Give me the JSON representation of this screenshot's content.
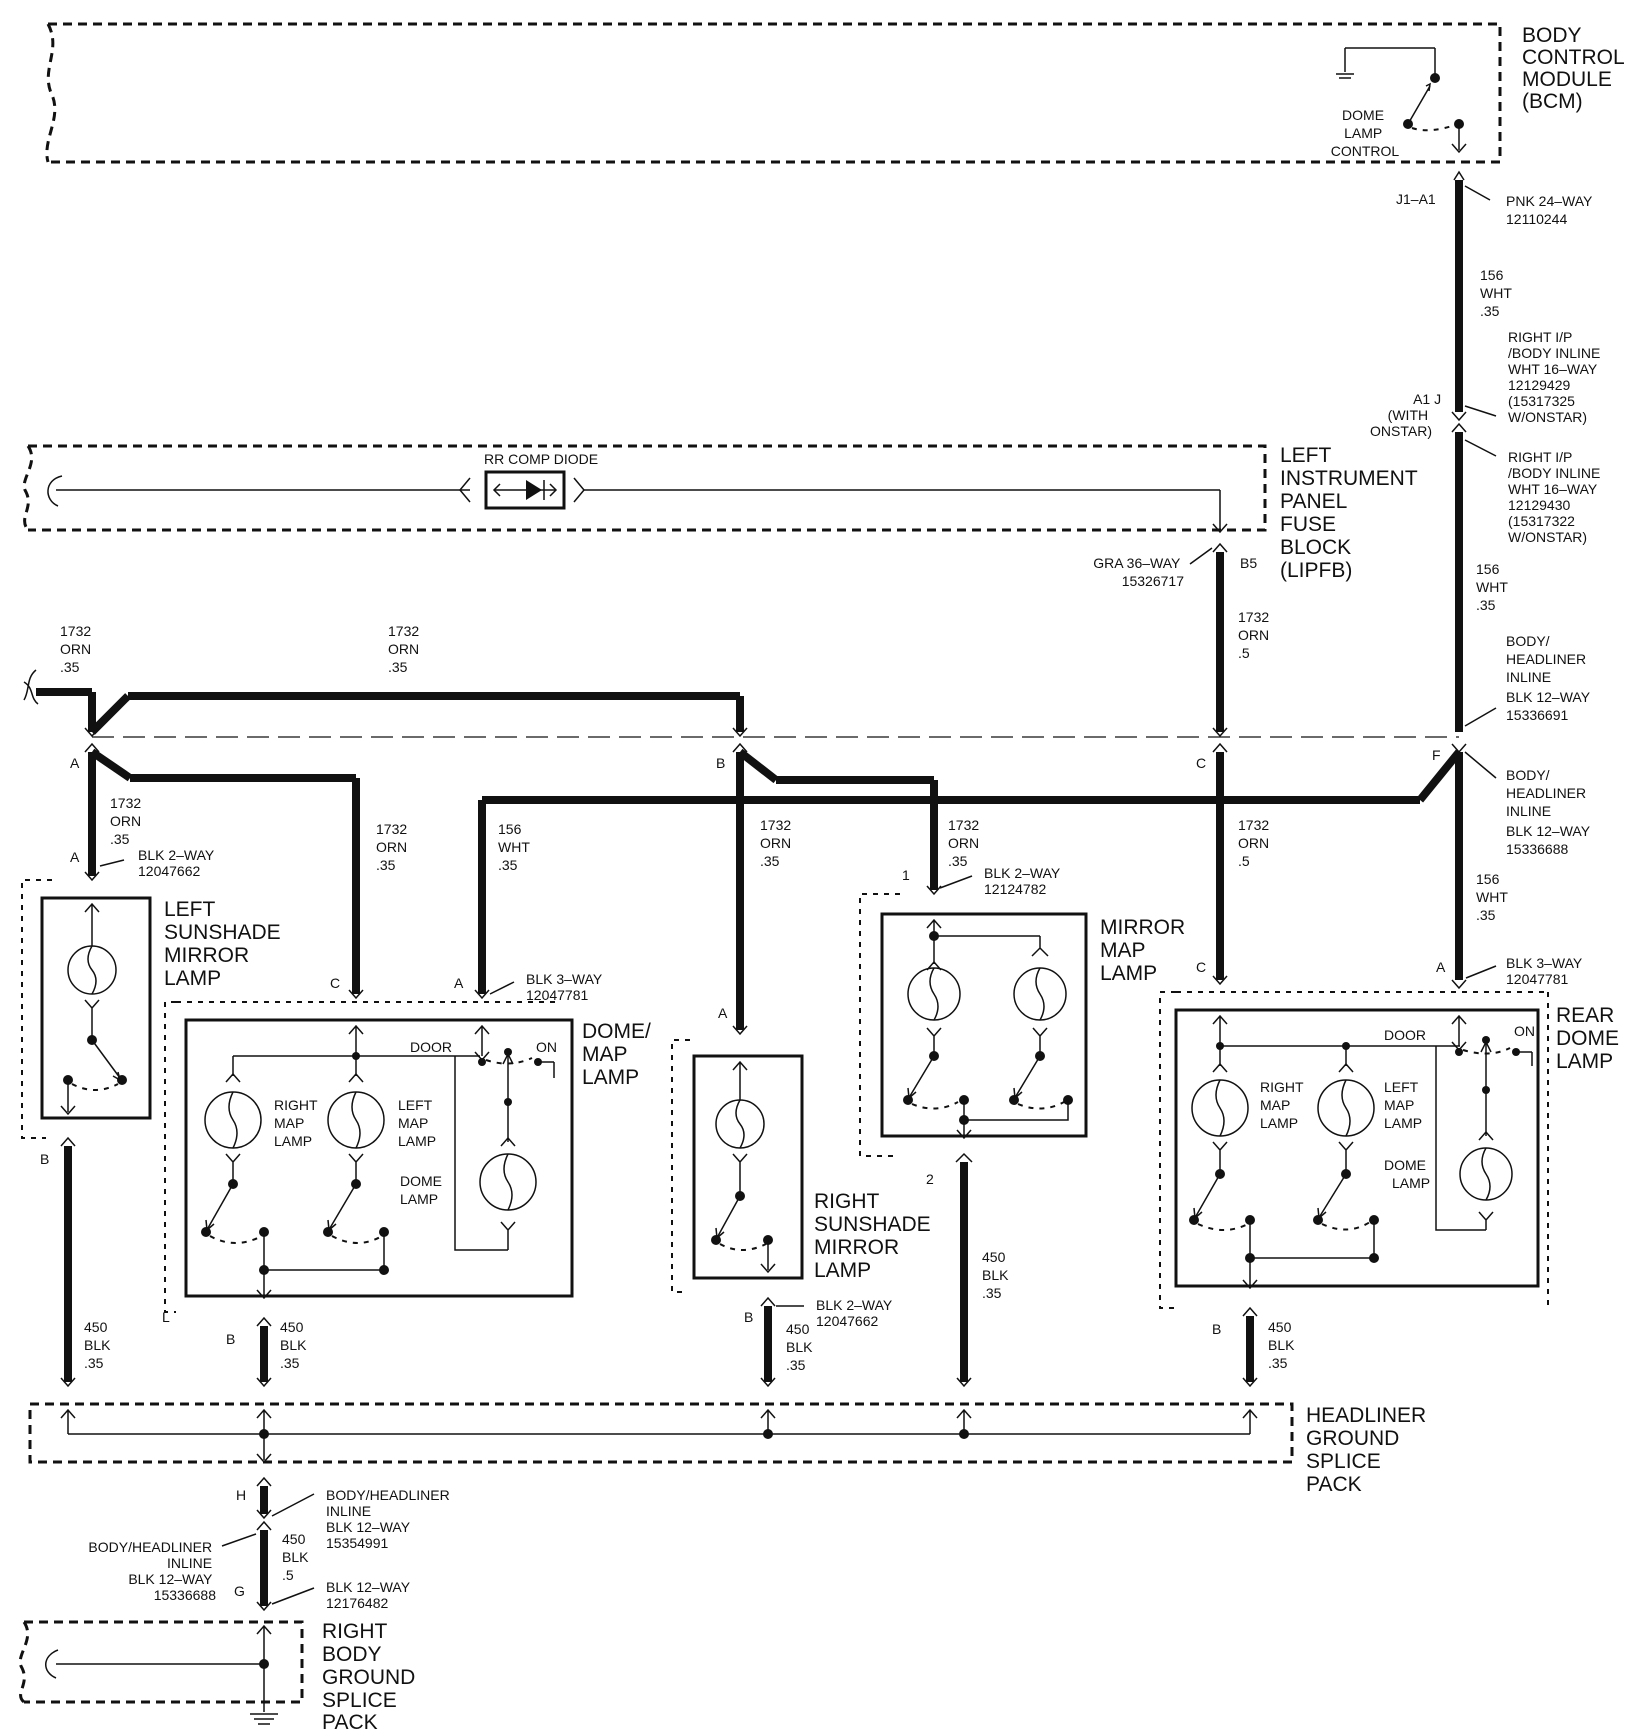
{
  "modules": {
    "bcm": {
      "lines": [
        "BODY",
        "CONTROL",
        "MODULE",
        "(BCM)"
      ],
      "switch_lines": [
        "DOME",
        "LAMP",
        "CONTROL"
      ]
    },
    "lipfb": {
      "lines": [
        "LEFT",
        "INSTRUMENT",
        "PANEL",
        "FUSE",
        "BLOCK",
        "(LIPFB)"
      ],
      "diode_label": "RR COMP DIODE"
    },
    "headliner_splice": {
      "lines": [
        "HEADLINER",
        "GROUND",
        "SPLICE",
        "PACK"
      ]
    },
    "right_body_splice": {
      "lines": [
        "RIGHT",
        "BODY",
        "GROUND",
        "SPLICE",
        "PACK"
      ]
    }
  },
  "lamps": {
    "left_sunshade": {
      "lines": [
        "LEFT",
        "SUNSHADE",
        "MIRROR",
        "LAMP"
      ]
    },
    "dome_map": {
      "lines": [
        "DOME/",
        "MAP",
        "LAMP"
      ],
      "right_map": [
        "RIGHT",
        "MAP",
        "LAMP"
      ],
      "left_map": [
        "LEFT",
        "MAP",
        "LAMP"
      ],
      "dome": [
        "DOME",
        "LAMP"
      ],
      "door": "DOOR",
      "on": "ON"
    },
    "right_sunshade": {
      "lines": [
        "RIGHT",
        "SUNSHADE",
        "MIRROR",
        "LAMP"
      ]
    },
    "mirror_map": {
      "lines": [
        "MIRROR",
        "MAP",
        "LAMP"
      ]
    },
    "rear_dome": {
      "lines": [
        "REAR",
        "DOME",
        "LAMP"
      ],
      "right_map": [
        "RIGHT",
        "MAP",
        "LAMP"
      ],
      "left_map": [
        "LEFT",
        "MAP",
        "LAMP"
      ],
      "dome": [
        "DOME",
        "LAMP"
      ],
      "door": "DOOR",
      "on": "ON"
    }
  },
  "connectors": {
    "bcm_j1": {
      "pin": "J1–A1",
      "lines": [
        "PNK 24–WAY",
        "12110244"
      ]
    },
    "ip_inline_upper": {
      "lines": [
        "RIGHT I/P",
        "/BODY INLINE",
        "WHT 16–WAY",
        "12129429",
        "(15317325",
        "W/ONSTAR)"
      ]
    },
    "ip_inline_pin": {
      "lines": [
        "A1  J",
        "(WITH",
        "ONSTAR)"
      ]
    },
    "ip_inline_lower": {
      "lines": [
        "RIGHT I/P",
        "/BODY INLINE",
        "WHT 16–WAY",
        "12129430",
        "(15317322",
        "W/ONSTAR)"
      ]
    },
    "lipfb_gra": {
      "lines": [
        "GRA 36–WAY",
        "15326717"
      ],
      "pin": "B5"
    },
    "headliner_inline_upper": {
      "lines": [
        "BODY/",
        "HEADLINER",
        "INLINE",
        "BLK 12–WAY",
        "15336691"
      ]
    },
    "headliner_inline_lower": {
      "lines": [
        "BODY/",
        "HEADLINER",
        "INLINE",
        "BLK 12–WAY",
        "15336688"
      ]
    },
    "left_sunshade_conn": {
      "lines": [
        "BLK 2–WAY",
        "12047662"
      ]
    },
    "dome_map_conn": {
      "lines": [
        "BLK 3–WAY",
        "12047781"
      ]
    },
    "mirror_map_conn": {
      "lines": [
        "BLK 2–WAY",
        "12124782"
      ]
    },
    "right_sunshade_conn": {
      "lines": [
        "BLK 2–WAY",
        "12047662"
      ]
    },
    "rear_dome_conn": {
      "lines": [
        "BLK 3–WAY",
        "12047781"
      ]
    },
    "ground_inline_upper": {
      "lines": [
        "BODY/HEADLINER",
        "INLINE",
        "BLK 12–WAY",
        "15354991"
      ]
    },
    "ground_inline_lower": {
      "lines": [
        "BODY/HEADLINER",
        "INLINE",
        "BLK 12–WAY",
        "15336688"
      ]
    },
    "ground_blk12": {
      "lines": [
        "BLK 12–WAY",
        "12176482"
      ]
    }
  },
  "wires": {
    "w156_upper": [
      "156",
      "WHT",
      ".35"
    ],
    "w156_mid": [
      "156",
      "WHT",
      ".35"
    ],
    "w156_lower": [
      "156",
      "WHT",
      ".35"
    ],
    "w156_dome": [
      "156",
      "WHT",
      ".35"
    ],
    "w1732_left_top": [
      "1732",
      "ORN",
      ".35"
    ],
    "w1732_top": [
      "1732",
      "ORN",
      ".35"
    ],
    "w1732_lipfb": [
      "1732",
      "ORN",
      ".5"
    ],
    "w1732_left": [
      "1732",
      "ORN",
      ".35"
    ],
    "w1732_dome": [
      "1732",
      "ORN",
      ".35"
    ],
    "w1732_rsun": [
      "1732",
      "ORN",
      ".35"
    ],
    "w1732_mirror": [
      "1732",
      "ORN",
      ".35"
    ],
    "w1732_rear": [
      "1732",
      "ORN",
      ".5"
    ],
    "w450_left": [
      "450",
      "BLK",
      ".35"
    ],
    "w450_dome": [
      "450",
      "BLK",
      ".35"
    ],
    "w450_rsun": [
      "450",
      "BLK",
      ".35"
    ],
    "w450_mirror": [
      "450",
      "BLK",
      ".35"
    ],
    "w450_rear": [
      "450",
      "BLK",
      ".35"
    ],
    "w450_ground": [
      "450",
      "BLK",
      ".5"
    ]
  },
  "pins": {
    "inline_a": "A",
    "inline_b": "B",
    "inline_c": "C",
    "inline_f": "F",
    "lsun_a": "A",
    "lsun_b": "B",
    "dome_c": "C",
    "dome_a": "A",
    "dome_b": "B",
    "dome_l": "L",
    "rsun_a": "A",
    "rsun_b": "B",
    "mirror_1": "1",
    "mirror_2": "2",
    "rear_c": "C",
    "rear_a": "A",
    "rear_b": "B",
    "gnd_h": "H",
    "gnd_g": "G"
  }
}
